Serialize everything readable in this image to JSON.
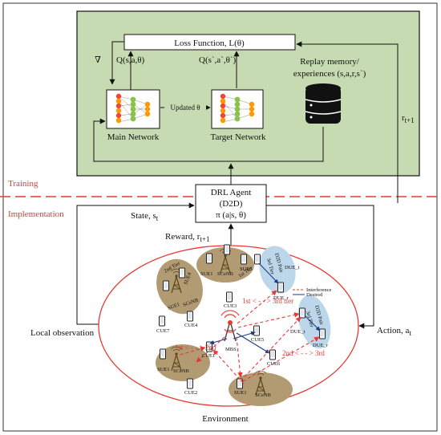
{
  "diagram": {
    "loss_function": "Loss Function, L(θ)",
    "gradient_symbol": "∇",
    "q_main": "Q(s,a,θ)",
    "q_target": "Q(s`,a`,θ`)",
    "replay_memory_line1": "Replay memory/",
    "replay_memory_line2": "experiences (s,a,r,s`)",
    "updated_theta": "Updated θ",
    "main_network": "Main Network",
    "target_network": "Target Network",
    "training": "Training",
    "implementation": "Implementation",
    "agent_line1": "DRL Agent",
    "agent_line2": "(D2D)",
    "agent_line3": "π (a|s, θ)",
    "state": "State, s",
    "state_sub": "t",
    "reward": "Reward, r",
    "reward_sub": "t+1",
    "r_next": "r",
    "r_next_sub": "t+1",
    "local_observation": "Local observation",
    "action": "Action, a",
    "action_sub": "t",
    "environment": "Environment",
    "colors": {
      "training_bg": "#c6dbb1",
      "dashed_red": "#e53935",
      "env_ellipse": "#e53935",
      "cell_fill": "#b29b73",
      "d2d_fill": "#bcd7ea",
      "node_red": "#f44336",
      "node_orange": "#ff9800",
      "node_green": "#8bc34a"
    },
    "env_labels": {
      "sue1_a": "SUE1",
      "scenb_a": "SCeNB",
      "sue5": "SUE5",
      "first_tier": "1st Tier",
      "second_tier_a": "2nd Tier",
      "sue4": "SUE4",
      "sue1_b": "SUE1",
      "scenb_b": "SCeNB",
      "cue3": "CUE3",
      "cue7": "CUE7",
      "cue4": "CUE4",
      "mbs": "MBS",
      "cue5": "CUE5",
      "cue1": "CUE1",
      "cue6": "CUE6",
      "sue1_c": "SUE1",
      "scenb_c": "SCeNB",
      "cue2": "CUE2",
      "sue1_d": "SUE1",
      "scenb_d": "SCeNB",
      "d2d_pair_a": "D2D Pair",
      "d2d_pair_a_tier": "3rd Tier",
      "due_t_a": "DUE_t",
      "due_r_a": "DUE_r",
      "d2d_pair_b": "D2D Pair",
      "d2d_pair_b_tier": "3rd Tier",
      "due_t_b": "DUE_t",
      "due_r_b": "DUE_r",
      "first_to_third": "1st < - - > 3rd tier",
      "first_to_second": "1st < - - > 2nd",
      "second_to_third": "2nd < - - > 3rd",
      "legend_interference": "Interference",
      "legend_desired": "Desired"
    }
  }
}
